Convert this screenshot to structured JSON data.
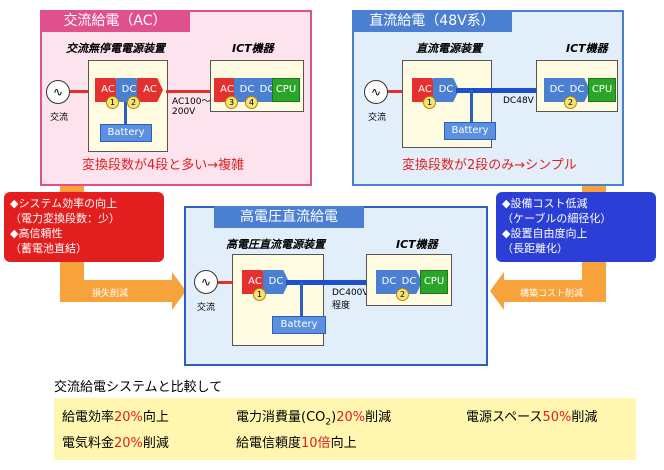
{
  "ac": {
    "title": "交流給電（AC）",
    "device_label": "交流無停電電源装置",
    "ict_label": "ICT機器",
    "source_label": "交流",
    "line_label": "AC100～\n200V",
    "summary": "変換段数が4段と多い→複雑"
  },
  "dc": {
    "title": "直流給電（48V系）",
    "device_label": "直流電源装置",
    "ict_label": "ICT機器",
    "source_label": "交流",
    "line_label": "DC48V",
    "summary": "変換段数が2段のみ→シンプル"
  },
  "hv": {
    "title": "高電圧直流給電",
    "device_label": "高電圧直流電源装置",
    "ict_label": "ICT機器",
    "source_label": "交流",
    "line_label": "DC400V\n程度"
  },
  "units": {
    "ac": "AC",
    "dc": "DC",
    "cpu": "CPU",
    "battery": "Battery"
  },
  "nums": {
    "n1": "1",
    "n2": "2",
    "n3": "3",
    "n4": "4"
  },
  "symbols": {
    "sine": "∿"
  },
  "callout_left": {
    "lines": [
      "◆システム効率の向上",
      "（電力変換段数：少）",
      "◆高信頼性",
      "（蓄電池直結）"
    ],
    "arrow": "損失削減"
  },
  "callout_right": {
    "lines": [
      "◆設備コスト低減",
      "（ケーブルの細径化）",
      "◆設置自由度向上",
      "（長距離化）"
    ],
    "arrow": "構築コスト削減"
  },
  "compare": {
    "heading": "交流給電システムと比較して",
    "items": [
      {
        "pre": "給電効率",
        "hl": "20%",
        "post": "向上"
      },
      {
        "pre": "電力消費量(CO",
        "sub": "2",
        "post2": ")",
        "hl": "20%",
        "post": "削減"
      },
      {
        "pre": "電源スペース",
        "hl": "50%",
        "post": "削減"
      },
      {
        "pre": "電気料金",
        "hl": "20%",
        "post": "削減"
      },
      {
        "pre": "給電信頼度",
        "hl": "10倍",
        "post": "向上"
      }
    ]
  },
  "colors": {
    "ac_panel": "#fde3ee",
    "ac_accent": "#e0508c",
    "dc_panel": "#e3eefb",
    "dc_accent": "#4a7fd1",
    "converter_red": "#e53030",
    "cpu_green": "#2aa52a",
    "highlight": "#e02020",
    "footer_bg": "#fff7b0"
  }
}
